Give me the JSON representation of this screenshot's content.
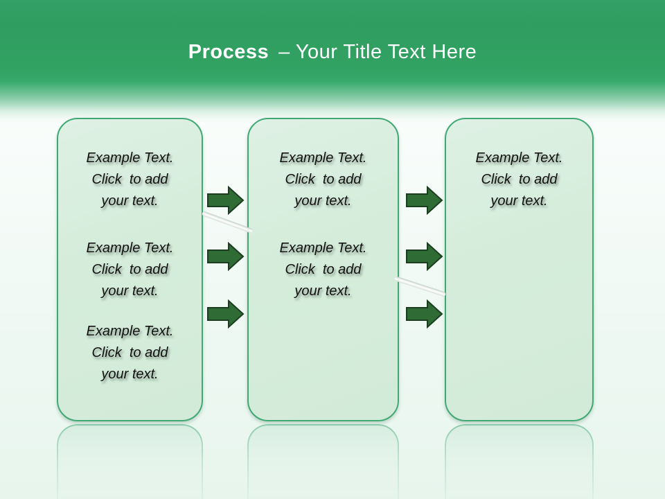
{
  "title": {
    "keyword": "Process",
    "rest": "– Your Title Text Here"
  },
  "columns": [
    {
      "name": "step-1",
      "blocks": [
        {
          "lines": [
            "Example Text.",
            "Click  to add",
            "your text."
          ]
        },
        {
          "lines": [
            "Example Text.",
            "Click  to add",
            "your text."
          ]
        },
        {
          "lines": [
            "Example Text.",
            "Click  to add",
            "your text."
          ]
        }
      ]
    },
    {
      "name": "step-2",
      "blocks": [
        {
          "lines": [
            "Example Text.",
            "Click  to add",
            "your text."
          ]
        },
        {
          "lines": [
            "Example Text.",
            "Click  to add",
            "your text."
          ]
        }
      ]
    },
    {
      "name": "step-3",
      "blocks": [
        {
          "lines": [
            "Example Text.",
            "Click  to add",
            "your text."
          ]
        }
      ]
    }
  ],
  "icons": {
    "arrow": "right-arrow-icon",
    "connector": "glossy-connector-line"
  },
  "colors": {
    "header_green": "#319f61",
    "box_fill": "#d5ecda",
    "box_border": "#3fa873",
    "arrow_fill": "#2f6b34",
    "arrow_outline": "#1d3d20",
    "title_text": "#ffffff",
    "body_text": "#111111"
  }
}
